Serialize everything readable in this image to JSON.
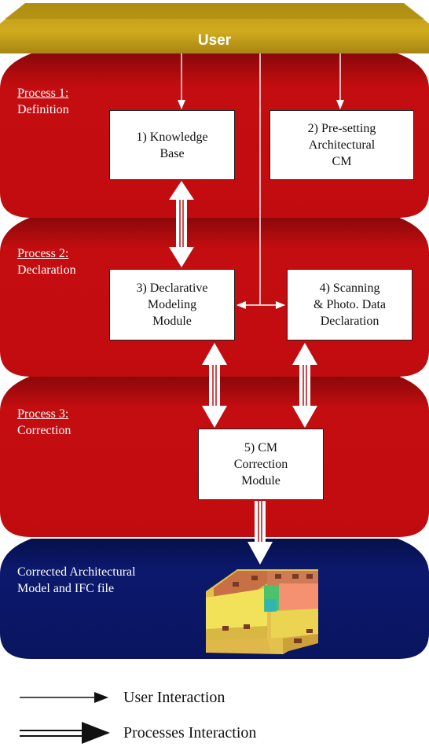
{
  "user_bar": {
    "label": "User",
    "color": "#c8a21a"
  },
  "processes": [
    {
      "title": "Process 1:",
      "subtitle": "Definition",
      "color": "#c10d10"
    },
    {
      "title": "Process 2:",
      "subtitle": "Declaration",
      "color": "#c10d10"
    },
    {
      "title": "Process 3:",
      "subtitle": "Correction",
      "color": "#c10d10"
    }
  ],
  "boxes": {
    "knowledge_base": [
      "1) Knowledge",
      "Base"
    ],
    "presetting": [
      "2) Pre-setting",
      "Architectural",
      "CM"
    ],
    "declarative": [
      "3) Declarative",
      "Modeling",
      "Module"
    ],
    "scanning": [
      "4) Scanning",
      "& Photo. Data",
      "Declaration"
    ],
    "correction": [
      "5) CM",
      "Correction",
      "Module"
    ]
  },
  "output": {
    "lines": [
      "Corrected Architectural",
      "Model and IFC file"
    ],
    "color": "#0b1768"
  },
  "legend": {
    "user_interaction": "User Interaction",
    "processes_interaction": "Processes Interaction"
  }
}
